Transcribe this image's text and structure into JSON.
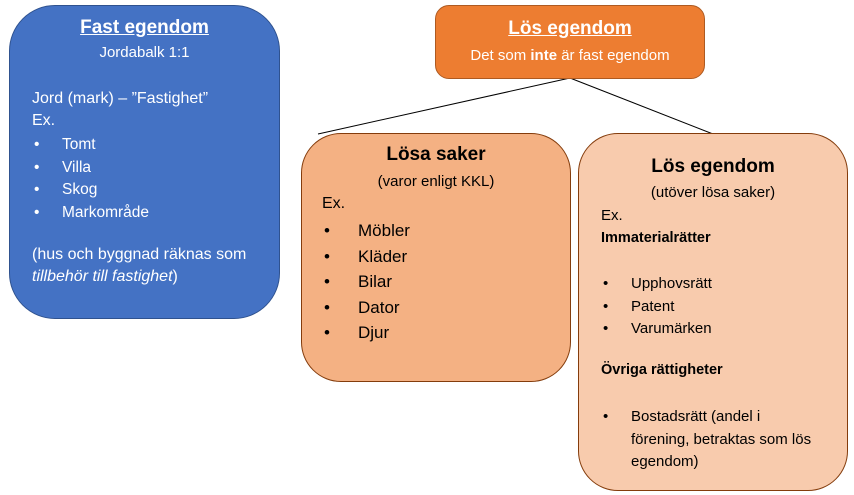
{
  "fast": {
    "title": "Fast egendom",
    "subtitle": "Jordabalk 1:1",
    "definition": "Jord (mark) – ”Fastighet”",
    "ex_label": "Ex.",
    "items": [
      "Tomt",
      "Villa",
      "Skog",
      "Markområde"
    ],
    "note_plain": "(hus och byggnad räknas som",
    "note_italic": "tillbehör till fastighet",
    "note_end": ")"
  },
  "los_top": {
    "title": "Lös egendom",
    "subtitle_pre": "Det som ",
    "subtitle_bold": "inte",
    "subtitle_post": " är fast egendom"
  },
  "losa_saker": {
    "title": "Lösa saker",
    "subtitle": "(varor enligt KKL)",
    "ex_label": "Ex.",
    "items": [
      "Möbler",
      "Kläder",
      "Bilar",
      "Dator",
      "Djur"
    ]
  },
  "los_egendom": {
    "title": "Lös egendom",
    "subtitle": "(utöver lösa saker)",
    "ex_label": "Ex.",
    "group1_title": "Immaterialrätter",
    "group1_items": [
      "Upphovsrätt",
      "Patent",
      "Varumärken"
    ],
    "group2_title": "Övriga rättigheter",
    "group2_items": [
      "Bostadsrätt (andel i förening, betraktas som lös egendom)"
    ]
  },
  "colors": {
    "fast_fill": "#4472c4",
    "los_top_fill": "#ed7d31",
    "losa_saker_fill": "#f4b183",
    "los_egendom_fill": "#f8cbad"
  }
}
